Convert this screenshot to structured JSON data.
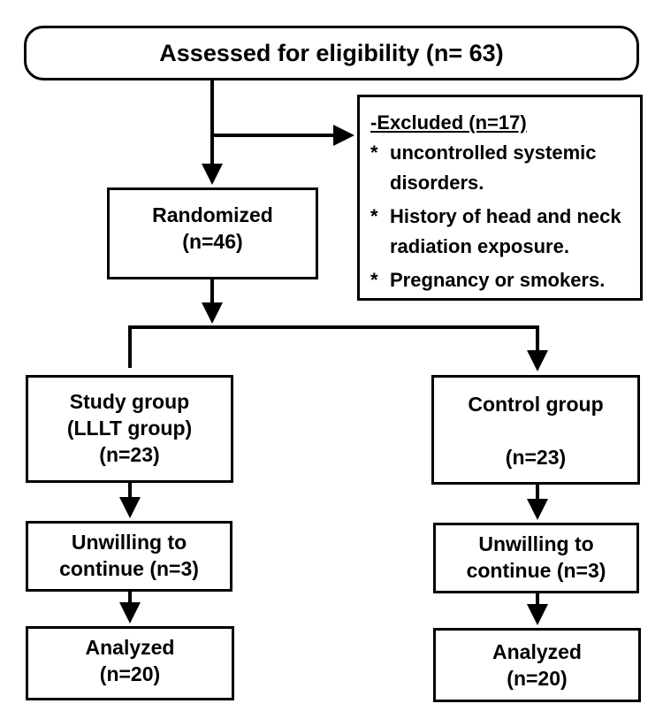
{
  "assessed": "Assessed for eligibility (n= 63)",
  "excluded": {
    "heading": "-Excluded (n=17)",
    "items": [
      {
        "bullet": "*",
        "lines": [
          "uncontrolled systemic",
          "disorders."
        ]
      },
      {
        "bullet": "*",
        "lines": [
          "History of head and neck",
          "radiation exposure."
        ]
      },
      {
        "bullet": "*",
        "lines": [
          "Pregnancy or smokers."
        ]
      }
    ]
  },
  "randomized": [
    "Randomized",
    "(n=46)"
  ],
  "study_group": [
    "Study group",
    "(LLLT group)",
    "(n=23)"
  ],
  "control_group": [
    "Control group",
    "",
    "(n=23)"
  ],
  "study_unwilling": [
    "Unwilling to",
    "continue (n=3)"
  ],
  "control_unwilling": [
    "Unwilling",
    "to",
    "continue (n=3)"
  ],
  "study_analyzed": [
    "Analyzed",
    "(n=20)"
  ],
  "control_analyzed": [
    "Analyzed",
    "(n=20)"
  ]
}
